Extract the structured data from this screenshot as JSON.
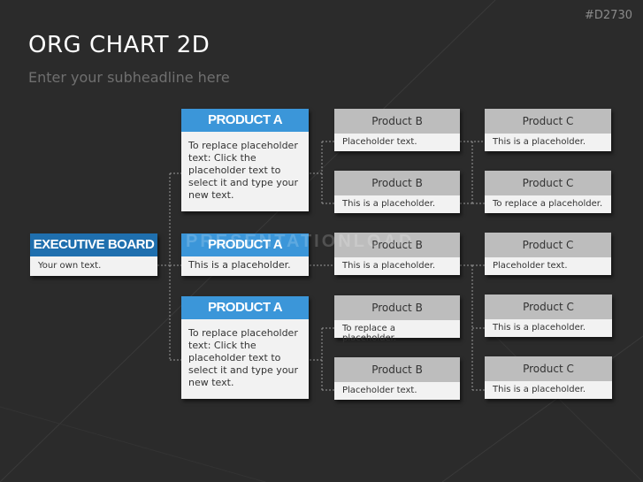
{
  "header": {
    "code": "#D2730",
    "title": "ORG CHART 2D",
    "subtitle": "Enter your subheadline here"
  },
  "watermark": "PRESENTATIONLOAD",
  "executive": {
    "title": "EXECUTIVE BOARD",
    "text": "Your own text."
  },
  "level1": [
    {
      "title": "PRODUCT A",
      "text": "To replace placeholder text: Click the placeholder text to select it and type your new text."
    },
    {
      "title": "PRODUCT A",
      "text": "This is a placeholder."
    },
    {
      "title": "PRODUCT A",
      "text": "To replace placeholder text: Click the placeholder text to select it and type your new text."
    }
  ],
  "level2": [
    {
      "title": "Product B",
      "text": "Placeholder text."
    },
    {
      "title": "Product B",
      "text": "This is a placeholder."
    },
    {
      "title": "Product B",
      "text": "This is a placeholder."
    },
    {
      "title": "Product B",
      "text": "To replace a placeholder."
    },
    {
      "title": "Product B",
      "text": "Placeholder text."
    }
  ],
  "level3": [
    {
      "title": "Product C",
      "text": "This is a placeholder."
    },
    {
      "title": "Product C",
      "text": "To replace a placeholder."
    },
    {
      "title": "Product C",
      "text": "Placeholder text."
    },
    {
      "title": "Product C",
      "text": "This is a placeholder."
    },
    {
      "title": "Product C",
      "text": "This is a placeholder."
    }
  ],
  "colors": {
    "background": "#2b2b2b",
    "executive_header": "#1f6fae",
    "product_a_header": "#3b96d9",
    "gray_header": "#bdbdbd",
    "body": "#f2f2f2"
  }
}
